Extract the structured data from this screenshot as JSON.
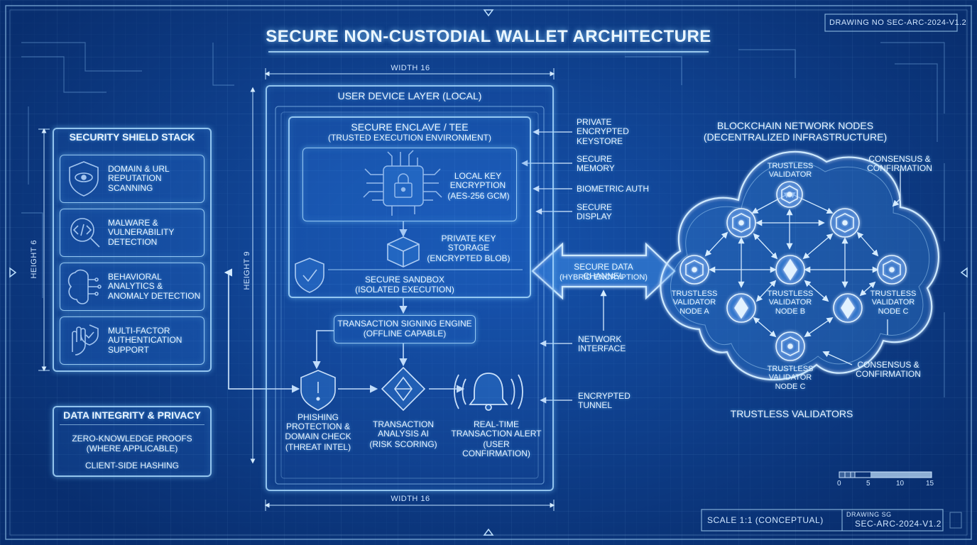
{
  "title": "SECURE NON-CUSTODIAL WALLET ARCHITECTURE",
  "drawing_no_top": "DRAWING NO  SEC-ARC-2024-V1.2",
  "footer": {
    "scale": "SCALE 1:1 (CONCEPTUAL)",
    "drawing_label": "DRAWING SG",
    "drawing_code": "SEC-ARC-2024-V1.2"
  },
  "dimensions": {
    "width_top": "WIDTH 16",
    "width_bottom": "WIDTH 16",
    "height_left": "HEIGHT 6",
    "height_mid": "HEIGHT 9"
  },
  "scale_bar": {
    "ticks": [
      "0",
      "5",
      "10",
      "15"
    ]
  },
  "security_stack": {
    "title": "SECURITY SHIELD STACK",
    "items": [
      {
        "icon": "eye-shield-icon",
        "label": "DOMAIN & URL REPUTATION SCANNING"
      },
      {
        "icon": "code-magnifier-icon",
        "label": "MALWARE & VULNERABILITY DETECTION"
      },
      {
        "icon": "brain-circuit-icon",
        "label": "BEHAVIORAL ANALYTICS & ANOMALY DETECTION"
      },
      {
        "icon": "hand-shield-icon",
        "label": "MULTI-FACTOR AUTHENTICATION SUPPORT"
      }
    ]
  },
  "data_integrity": {
    "title": "DATA INTEGRITY & PRIVACY",
    "line1": "ZERO-KNOWLEDGE PROOFS",
    "line2": "(WHERE APPLICABLE)",
    "line3": "CLIENT-SIDE HASHING"
  },
  "device_layer": {
    "title": "USER DEVICE LAYER (LOCAL)",
    "enclave_title": "SECURE ENCLAVE / TEE",
    "enclave_sub": "(TRUSTED EXECUTION ENVIRONMENT)",
    "key_encryption": "LOCAL KEY ENCRYPTION",
    "key_encryption_sub": "(AES-256 GCM)",
    "key_storage": "PRIVATE KEY STORAGE",
    "key_storage_sub": "(ENCRYPTED BLOB)",
    "sandbox": "SECURE SANDBOX",
    "sandbox_sub": "(ISOLATED EXECUTION)",
    "signing": "TRANSACTION SIGNING ENGINE",
    "signing_sub": "(OFFLINE CAPABLE)",
    "phishing": "PHISHING PROTECTION & DOMAIN CHECK",
    "phishing_sub": "(THREAT INTEL)",
    "analysis": "TRANSACTION ANALYSIS AI",
    "analysis_sub": "(RISK SCORING)",
    "alert": "REAL-TIME TRANSACTION ALERT",
    "alert_sub": "(USER CONFIRMATION)"
  },
  "callouts": {
    "keystore": "PRIVATE ENCRYPTED KEYSTORE",
    "memory": "SECURE MEMORY",
    "biometric": "BIOMETRIC AUTH",
    "display": "SECURE DISPLAY",
    "network": "NETWORK INTERFACE",
    "tunnel": "ENCRYPTED TUNNEL"
  },
  "channel": {
    "label": "SECURE DATA CHANNEL",
    "sub": "(HYBRID ENCRYPTION)"
  },
  "network": {
    "title": "BLOCKCHAIN NETWORK NODES",
    "sub": "(DECENTRALIZED INFRASTRUCTURE)",
    "consensus_top": "CONSENSUS & CONFIRMATION",
    "consensus_bottom": "CONSENSUS & CONFIRMATION",
    "validators_label": "TRUSTLESS VALIDATORS",
    "node_top": "TRUSTLESS VALIDATOR",
    "node_a": "TRUSTLESS VALIDATOR NODE A",
    "node_b": "TRUSTLESS VALIDATOR NODE B",
    "node_c_right": "TRUSTLESS VALIDATOR NODE C",
    "node_c_bottom": "TRUSTLESS VALIDATOR NODE C"
  },
  "colors": {
    "background": "#0c3f8f",
    "line": "#aadcff",
    "text": "#e8f4ff"
  }
}
